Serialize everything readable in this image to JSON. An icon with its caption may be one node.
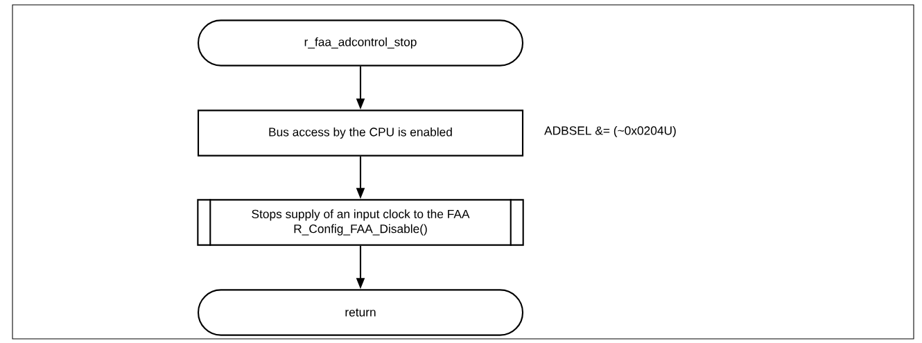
{
  "diagram": {
    "nodes": [
      {
        "text": [
          "r_faa_adcontrol_stop"
        ]
      },
      {
        "text": [
          "Bus access by the CPU is enabled"
        ],
        "beside": [
          "ADBSEL &= (~0x0204U)"
        ]
      },
      {
        "text": [
          "Stops supply of an input clock to the FAA",
          "R_Config_FAA_Disable()"
        ]
      },
      {
        "text": [
          "return"
        ]
      }
    ],
    "edges": [
      {
        "from": 0,
        "to": 1,
        "arrow": "to"
      },
      {
        "from": 1,
        "to": 2,
        "arrow": "to"
      },
      {
        "from": 2,
        "to": 3,
        "arrow": "to"
      }
    ]
  }
}
